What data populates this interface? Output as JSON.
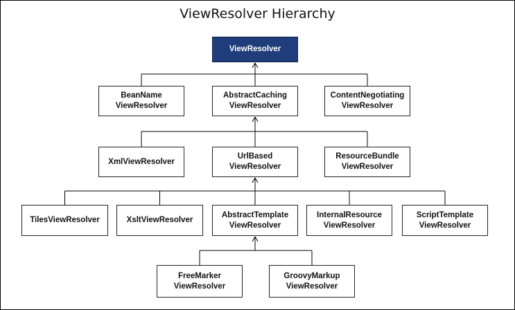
{
  "title": "ViewResolver Hierarchy",
  "colors": {
    "root_fill": "#1f3d7a",
    "node_fill": "#ffffff",
    "line": "#000000"
  },
  "nodes": {
    "view_resolver": [
      "ViewResolver"
    ],
    "bean_name": [
      "BeanName",
      "ViewResolver"
    ],
    "abstract_caching": [
      "AbstractCaching",
      "ViewResolver"
    ],
    "content_negotiating": [
      "ContentNegotiating",
      "ViewResolver"
    ],
    "xml": [
      "XmlViewResolver"
    ],
    "url_based": [
      "UrlBased",
      "ViewResolver"
    ],
    "resource_bundle": [
      "ResourceBundle",
      "ViewResolver"
    ],
    "tiles": [
      "TilesViewResolver"
    ],
    "xslt": [
      "XsltViewResolver"
    ],
    "abstract_template": [
      "AbstractTemplate",
      "ViewResolver"
    ],
    "internal_resource": [
      "InternalResource",
      "ViewResolver"
    ],
    "script_template": [
      "ScriptTemplate",
      "ViewResolver"
    ],
    "free_marker": [
      "FreeMarker",
      "ViewResolver"
    ],
    "groovy_markup": [
      "GroovyMarkup",
      "ViewResolver"
    ]
  },
  "edges": [
    {
      "parent": "view_resolver",
      "children": [
        "bean_name",
        "abstract_caching",
        "content_negotiating"
      ]
    },
    {
      "parent": "abstract_caching",
      "children": [
        "xml",
        "url_based",
        "resource_bundle"
      ]
    },
    {
      "parent": "url_based",
      "children": [
        "tiles",
        "xslt",
        "abstract_template",
        "internal_resource",
        "script_template"
      ]
    },
    {
      "parent": "abstract_template",
      "children": [
        "free_marker",
        "groovy_markup"
      ]
    }
  ]
}
